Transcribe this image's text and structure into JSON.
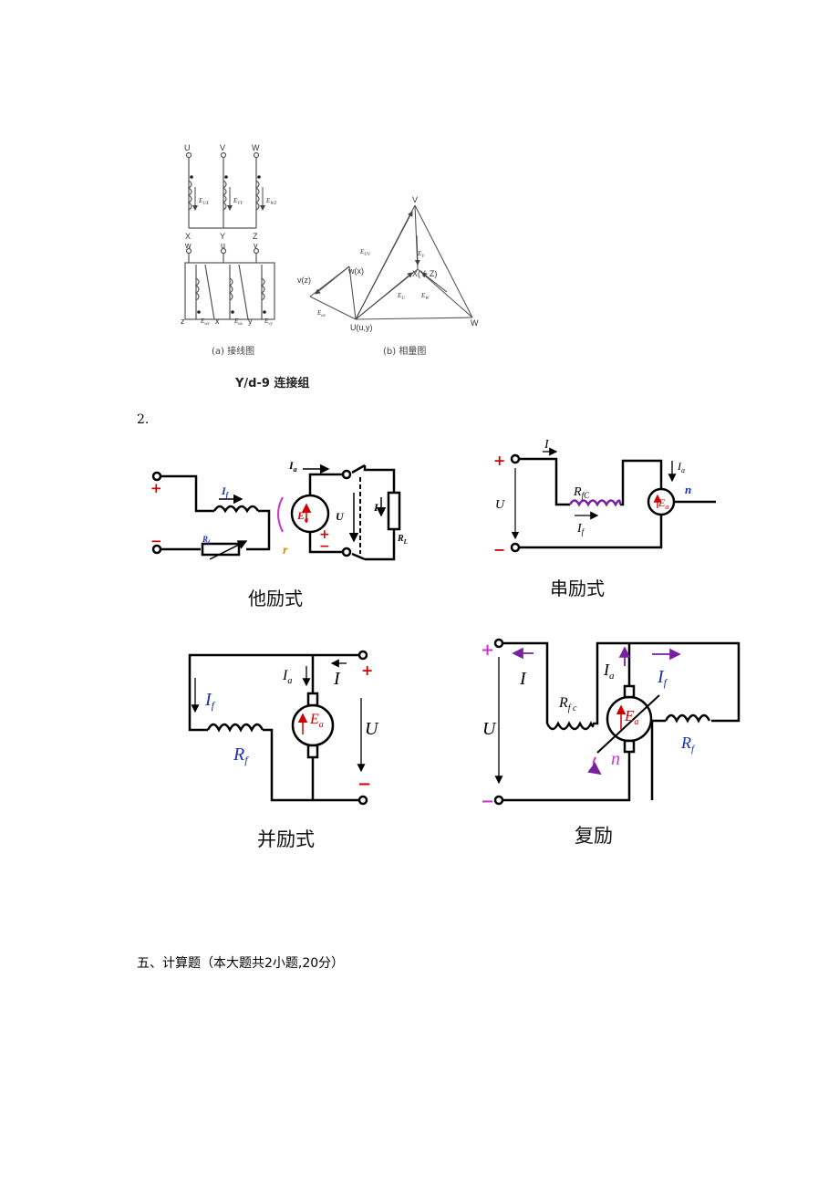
{
  "fig1": {
    "wiring": {
      "top_terminals": [
        "U",
        "V",
        "W"
      ],
      "top_bottom": [
        "X",
        "Y",
        "Z"
      ],
      "emf_top": [
        "E",
        "E",
        "E"
      ],
      "emf_top_sub": [
        "UX",
        "VY",
        "WZ"
      ],
      "sec_terminals": [
        "w",
        "u",
        "v"
      ],
      "sec_bottom": [
        "z",
        "x",
        "y"
      ],
      "emf_sec": [
        "E",
        "E",
        "E"
      ],
      "emf_sec_sub": [
        "wz",
        "ux",
        "vy"
      ]
    },
    "phasor": {
      "V": "V",
      "W": "W",
      "U": "U(u,y)",
      "v": "v(z)",
      "w": "w(x)",
      "x": "X(Y, Z)",
      "E_UV": "E",
      "E_UV_sub": "UV",
      "E_V": "E",
      "E_V_sub": "V",
      "E_U": "E",
      "E_U_sub": "U",
      "E_W": "E",
      "E_W_sub": "W",
      "E_uv": "E",
      "E_uv_sub": "uv"
    },
    "caption_a": "(a)  接线图",
    "caption_b": "(b)  相量图",
    "title": "Y/d-9 连接组"
  },
  "q2_number": "2.",
  "separately": {
    "plus": "+",
    "minus": "−",
    "I_f": "I",
    "I_f_sub": "f",
    "R_f": "R",
    "R_f_sub": "f",
    "I_a": "I",
    "I_a_sub": "a",
    "E_a": "E",
    "E_a_sub": "a",
    "U": "U",
    "I": "I",
    "R_L": "R",
    "R_L_sub": "L",
    "r": "r",
    "arm_plus": "+",
    "arm_minus": "−",
    "caption": "他励式"
  },
  "series": {
    "plus": "+",
    "minus": "−",
    "I": "I",
    "U": "U",
    "R_fc": "R",
    "R_fc_sub": "fC",
    "I_f": "I",
    "I_f_sub": "f",
    "I_a": "I",
    "I_a_sub": "a",
    "E_a": "E",
    "E_a_sub": "a",
    "n": "n",
    "caption": "串励式"
  },
  "shunt": {
    "plus": "+",
    "minus": "−",
    "I": "I",
    "U": "U",
    "I_a": "I",
    "I_a_sub": "a",
    "E_a": "E",
    "E_a_sub": "a",
    "I_f": "I",
    "I_f_sub": "f",
    "R_f": "R",
    "R_f_sub": "f",
    "caption": "并励式"
  },
  "compound": {
    "plus": "+",
    "minus": "−",
    "I": "I",
    "U": "U",
    "R_fc": "R",
    "R_fc_sub": "f c",
    "I_a": "I",
    "I_a_sub": "a",
    "E_a": "E",
    "E_a_sub": "a",
    "I_f": "I",
    "I_f_sub": "f",
    "R_f": "R",
    "R_f_sub": "f",
    "n": "n",
    "caption": "复励"
  },
  "section5": "五、计算题（本大题共2小题,20分）"
}
